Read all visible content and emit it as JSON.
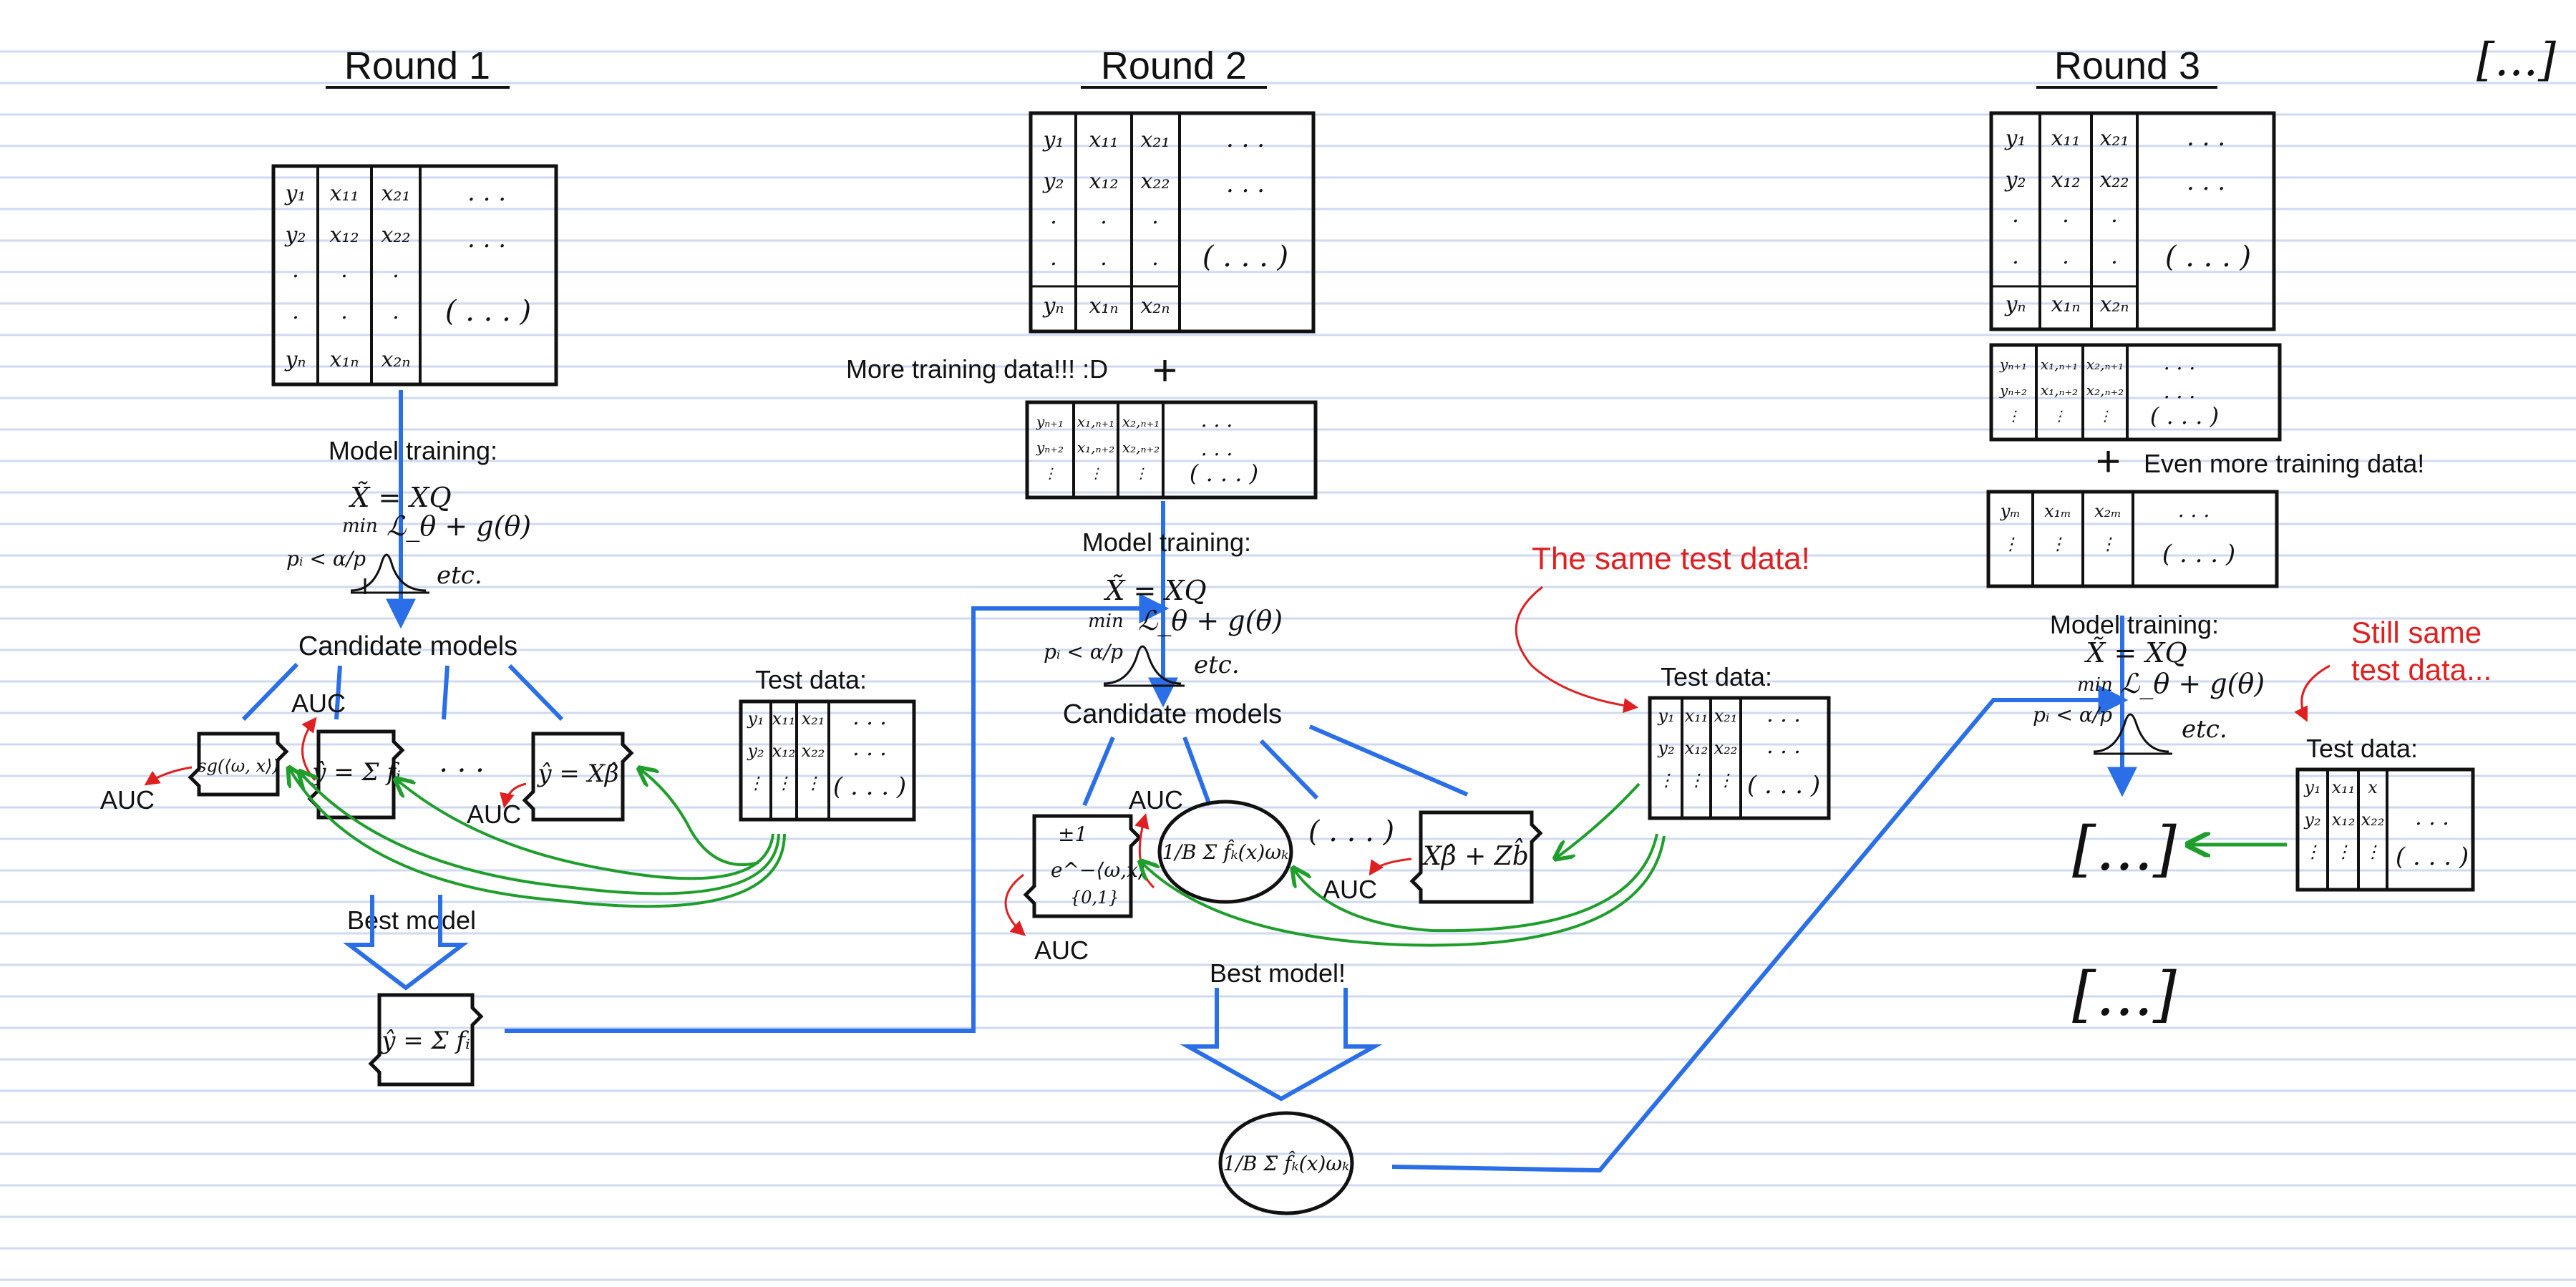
{
  "corner_mark": "[...]",
  "rounds": [
    {
      "title": "Round 1"
    },
    {
      "title": "Round 2"
    },
    {
      "title": "Round 3"
    }
  ],
  "labels": {
    "model_training": "Model training:",
    "candidate_models": "Candidate models",
    "test_data": "Test data:",
    "best_model": "Best model",
    "best_model_r2": "Best model!",
    "more_training_data": "More training data!!! :D",
    "even_more_training_data": "Even more training data!",
    "same_test_data": "The same test data!",
    "still_same_line1": "Still same",
    "still_same_line2": "test data...",
    "auc": "AUC",
    "etc": "etc.",
    "ellipsis_block": "[...]",
    "dots": ". . .",
    "paren_dots": "( . . . )"
  },
  "math": {
    "x_tilde": "X̃ = XQ",
    "min": "min",
    "objective": "ℒ_θ + g(θ)",
    "p_rule": "pᵢ < α/p",
    "yhat_sum": "ŷ = Σ fᵢ",
    "sign_model": "sg(⟨ω, x⟩)",
    "xbeta": "ŷ = Xβ̂",
    "exp_model_top": "±1",
    "exp_model_mid": "e^−⟨ω,x⟩",
    "exp_model_bot": "{0,1}",
    "ensemble": "1/B Σ f̂ₖ(x)ωₖ",
    "xbeta_zb": "Xβ̂ + Zb̂"
  },
  "tables": {
    "train_cols": [
      [
        "y₁",
        "y₂",
        "·",
        "·",
        "yₙ"
      ],
      [
        "x₁₁",
        "x₁₂",
        "·",
        "·",
        "x₁ₙ"
      ],
      [
        "x₂₁",
        "x₂₂",
        "·",
        "·",
        "x₂ₙ"
      ]
    ],
    "more_cols": [
      [
        "yₙ₊₁",
        "yₙ₊₂",
        "⋮"
      ],
      [
        "x₁,ₙ₊₁",
        "x₁,ₙ₊₂",
        "⋮"
      ],
      [
        "x₂,ₙ₊₁",
        "x₂,ₙ₊₂",
        "⋮"
      ]
    ],
    "even_more_cols": [
      [
        "yₘ",
        "⋮"
      ],
      [
        "x₁ₘ",
        "⋮"
      ],
      [
        "x₂ₘ",
        "⋮"
      ]
    ],
    "test_cols": [
      [
        "y₁",
        "y₂",
        "⋮"
      ],
      [
        "x₁₁",
        "x₁₂",
        "⋮"
      ],
      [
        "x₂₁",
        "x₂₂",
        "⋮"
      ]
    ],
    "test_cols_r3": [
      [
        "y₁",
        "y₂",
        "⋮"
      ],
      [
        "x₁₁",
        "x₁₂",
        "⋮"
      ],
      [
        "x",
        "x₂₂",
        "⋮"
      ]
    ]
  },
  "colors": {
    "ink": "#111111",
    "blue": "#2a6fe8",
    "green": "#1f9e2c",
    "red": "#e02020",
    "rule": "#cfdaf2"
  }
}
